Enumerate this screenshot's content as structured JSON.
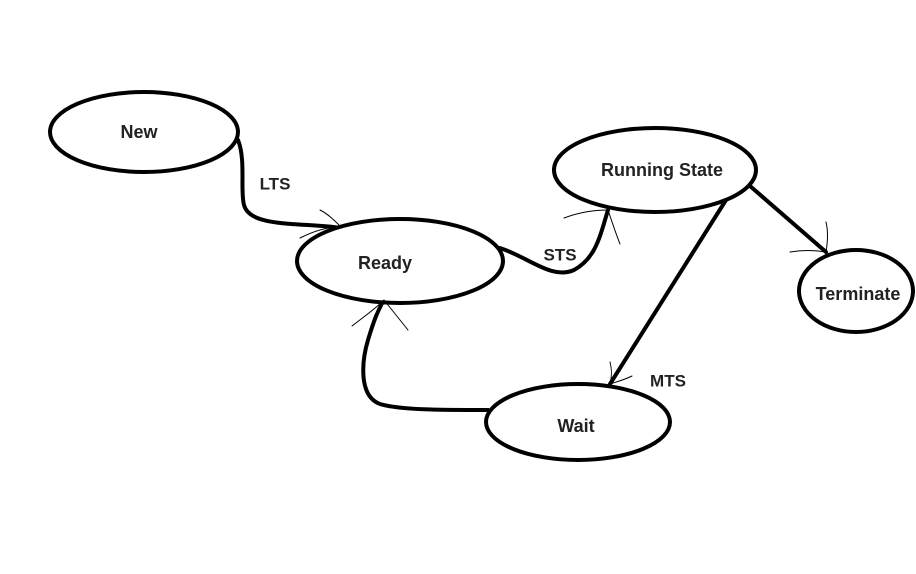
{
  "diagram": {
    "states": {
      "new": "New",
      "ready": "Ready",
      "running": "Running State",
      "terminate": "Terminate",
      "wait": "Wait"
    },
    "transitions": {
      "lts": "LTS",
      "sts": "STS",
      "mts": "MTS"
    }
  }
}
